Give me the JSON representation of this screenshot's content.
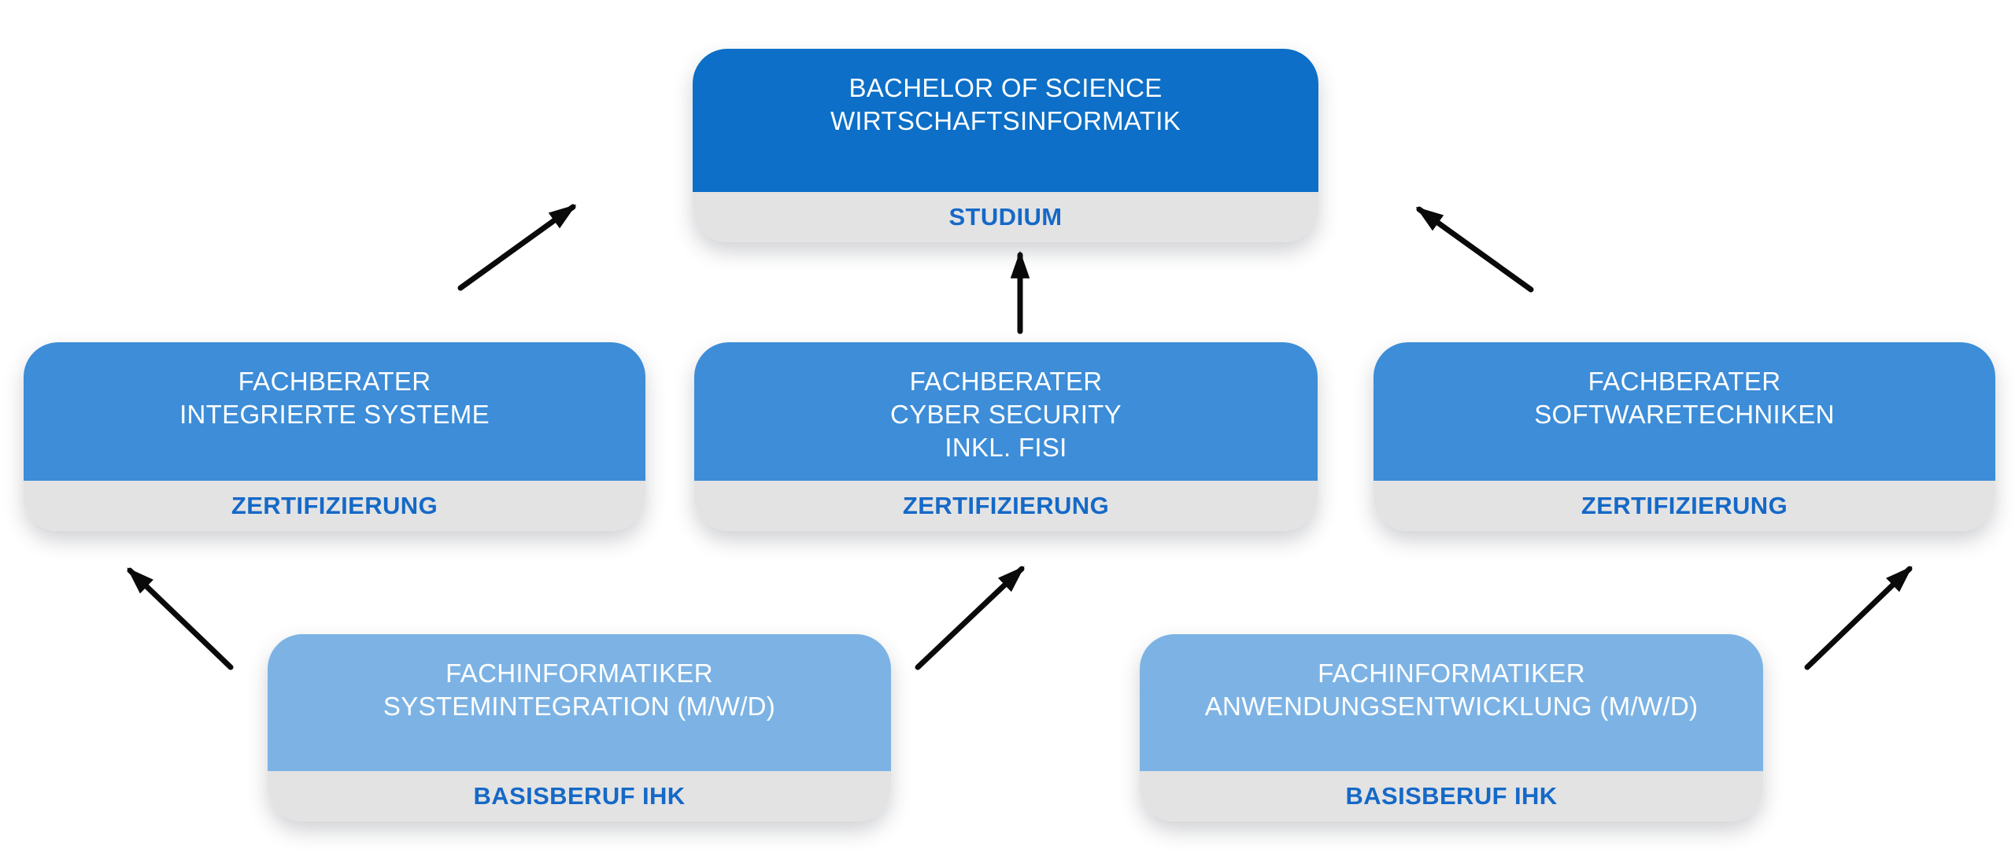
{
  "colors": {
    "canvas_bg": "#ffffff",
    "studium_blue": "#0d6fc7",
    "zertifizierung_blue": "#3d8dd8",
    "basisberuf_blue": "#7db3e4",
    "footer_gray": "#e3e3e4",
    "footer_text": "#1569c7",
    "node_text": "#ffffff",
    "arrow": "#0a0a0a"
  },
  "nodes": [
    {
      "id": "studium",
      "lines": [
        "BACHELOR OF SCIENCE",
        "WIRTSCHAFTSINFORMATIK"
      ],
      "footer": "STUDIUM"
    },
    {
      "id": "fachberater-integrierte-systeme",
      "lines": [
        "FACHBERATER",
        "INTEGRIERTE SYSTEME"
      ],
      "footer": "ZERTIFIZIERUNG"
    },
    {
      "id": "fachberater-cyber-security",
      "lines": [
        "FACHBERATER",
        "CYBER SECURITY",
        "INKL. FISI"
      ],
      "footer": "ZERTIFIZIERUNG"
    },
    {
      "id": "fachberater-softwaretechniken",
      "lines": [
        "FACHBERATER",
        "SOFTWARETECHNIKEN"
      ],
      "footer": "ZERTIFIZIERUNG"
    },
    {
      "id": "fachinformatiker-systemintegration",
      "lines": [
        "FACHINFORMATIKER",
        "SYSTEMINTEGRATION (M/W/D)"
      ],
      "footer": "BASISBERUF IHK"
    },
    {
      "id": "fachinformatiker-anwendungsentwicklung",
      "lines": [
        "FACHINFORMATIKER",
        "ANWENDUNGSENTWICKLUNG (M/W/D)"
      ],
      "footer": "BASISBERUF IHK"
    }
  ],
  "edges": [
    {
      "from": "fachinformatiker-systemintegration",
      "to": "fachberater-integrierte-systeme"
    },
    {
      "from": "fachinformatiker-systemintegration",
      "to": "fachberater-cyber-security"
    },
    {
      "from": "fachinformatiker-anwendungsentwicklung",
      "to": "fachberater-softwaretechniken"
    },
    {
      "from": "fachberater-integrierte-systeme",
      "to": "studium"
    },
    {
      "from": "fachberater-cyber-security",
      "to": "studium"
    },
    {
      "from": "fachberater-softwaretechniken",
      "to": "studium"
    }
  ]
}
